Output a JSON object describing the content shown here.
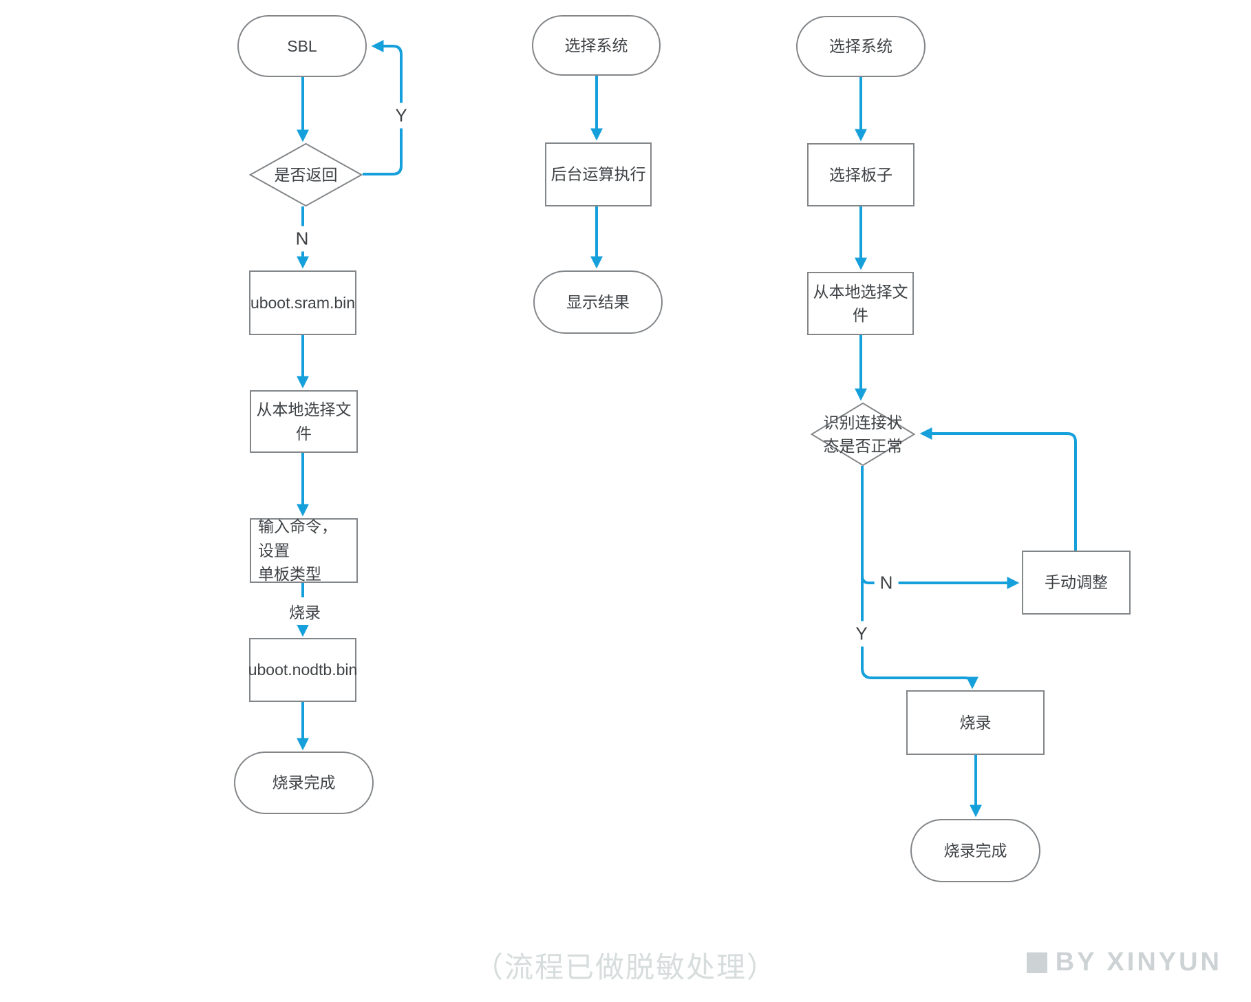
{
  "colors": {
    "line": "#16a0db",
    "shape_border": "#838689",
    "text": "#3e4245",
    "note_text": "#d7dcdc",
    "credit_text": "#cdd2d4"
  },
  "flows": {
    "sbl": {
      "start": "SBL",
      "decision": "是否返回",
      "label_yes": "Y",
      "label_no": "N",
      "file1": "uboot.sram.bin",
      "select_file": "从本地选择文件",
      "input_cmd": "输入命令，设置\n单板类型",
      "edge_burn": "烧录",
      "file2": "uboot.nodtb.bin",
      "end": "烧录完成"
    },
    "system_calc": {
      "start": "选择系统",
      "process": "后台运算执行",
      "end": "显示结果"
    },
    "board_burn": {
      "start": "选择系统",
      "select_board": "选择板子",
      "select_file": "从本地选择文件",
      "decision": "识别连接状\n态是否正常",
      "label_no": "N",
      "label_yes": "Y",
      "manual_adjust": "手动调整",
      "burn": "烧录",
      "end": "烧录完成"
    }
  },
  "footer": {
    "note": "（流程已做脱敏处理）",
    "credit": "BY XINYUN"
  }
}
